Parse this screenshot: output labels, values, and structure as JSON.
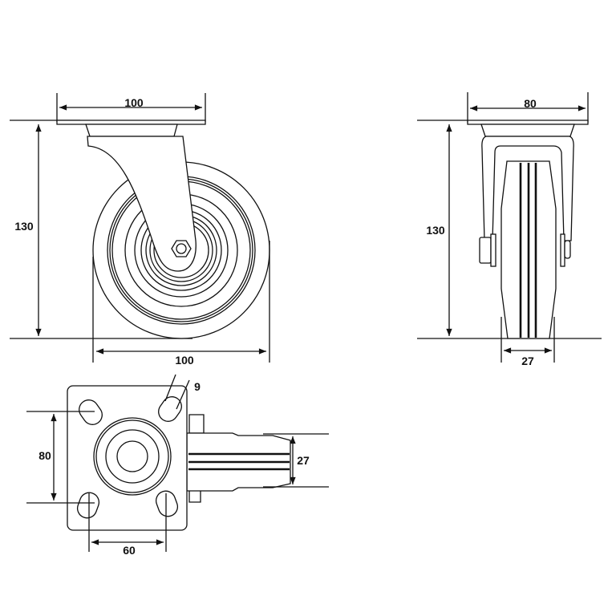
{
  "side_view": {
    "width_label": "100",
    "height_label": "130",
    "wheel_diameter_label": "100"
  },
  "front_view": {
    "width_label": "80",
    "height_label": "130",
    "wheel_width_label": "27"
  },
  "top_view": {
    "hole_label": "9",
    "hole_spacing_vertical_label": "80",
    "hole_spacing_horizontal_label": "60",
    "wheel_width_label": "27"
  },
  "colors": {
    "line": "#111111",
    "background": "#ffffff"
  }
}
